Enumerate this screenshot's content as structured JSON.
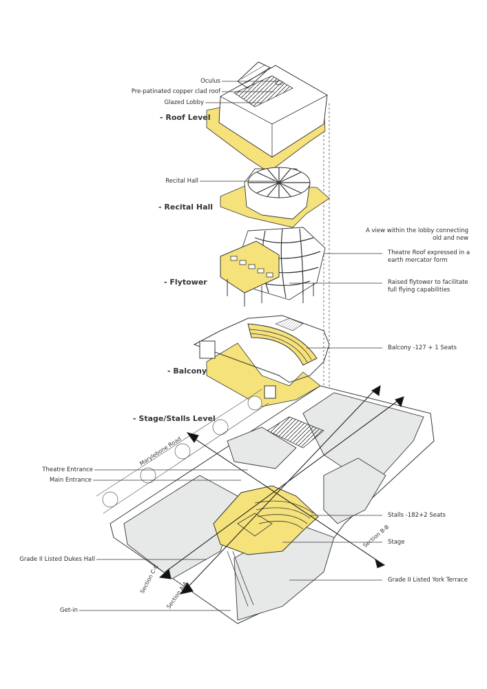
{
  "colors": {
    "accent_yellow": "#f5e27a",
    "line": "#333333",
    "floor_grey": "#e6e9e8",
    "paper": "#ffffff"
  },
  "levels": {
    "roof": "- Roof Level",
    "recital": "- Recital Hall",
    "flytower": "- Flytower",
    "balcony": "- Balcony",
    "stage": "- Stage/Stalls Level"
  },
  "left_labels": {
    "oculus": "Oculus",
    "copper_roof": "Pre-patinated copper clad roof",
    "glazed_lobby": "Glazed Lobby",
    "recital_hall": "Recital Hall",
    "theatre_entrance": "Theatre Entrance",
    "main_entrance": "Main Entrance",
    "dukes_hall": "Grade II Listed Dukes Hall",
    "get_in": "Get-in"
  },
  "right_labels": {
    "lobby_view": "A view within the lobby connecting old and new",
    "theatre_roof": "Theatre Roof expressed in a earth mercator form",
    "flytower": "Raised flytower to facilitate full flying capabilities",
    "balcony_seats": "Balcony -127 + 1 Seats",
    "stalls_seats": "Stalls -182+2 Seats",
    "stage": "Stage",
    "york_terrace": "Grade II Listed York Terrace"
  },
  "plan_labels": {
    "street": "Marylebone Road",
    "section_aa": "Section A-A",
    "section_bb": "Section B-B",
    "section_cc": "Section C-C"
  }
}
